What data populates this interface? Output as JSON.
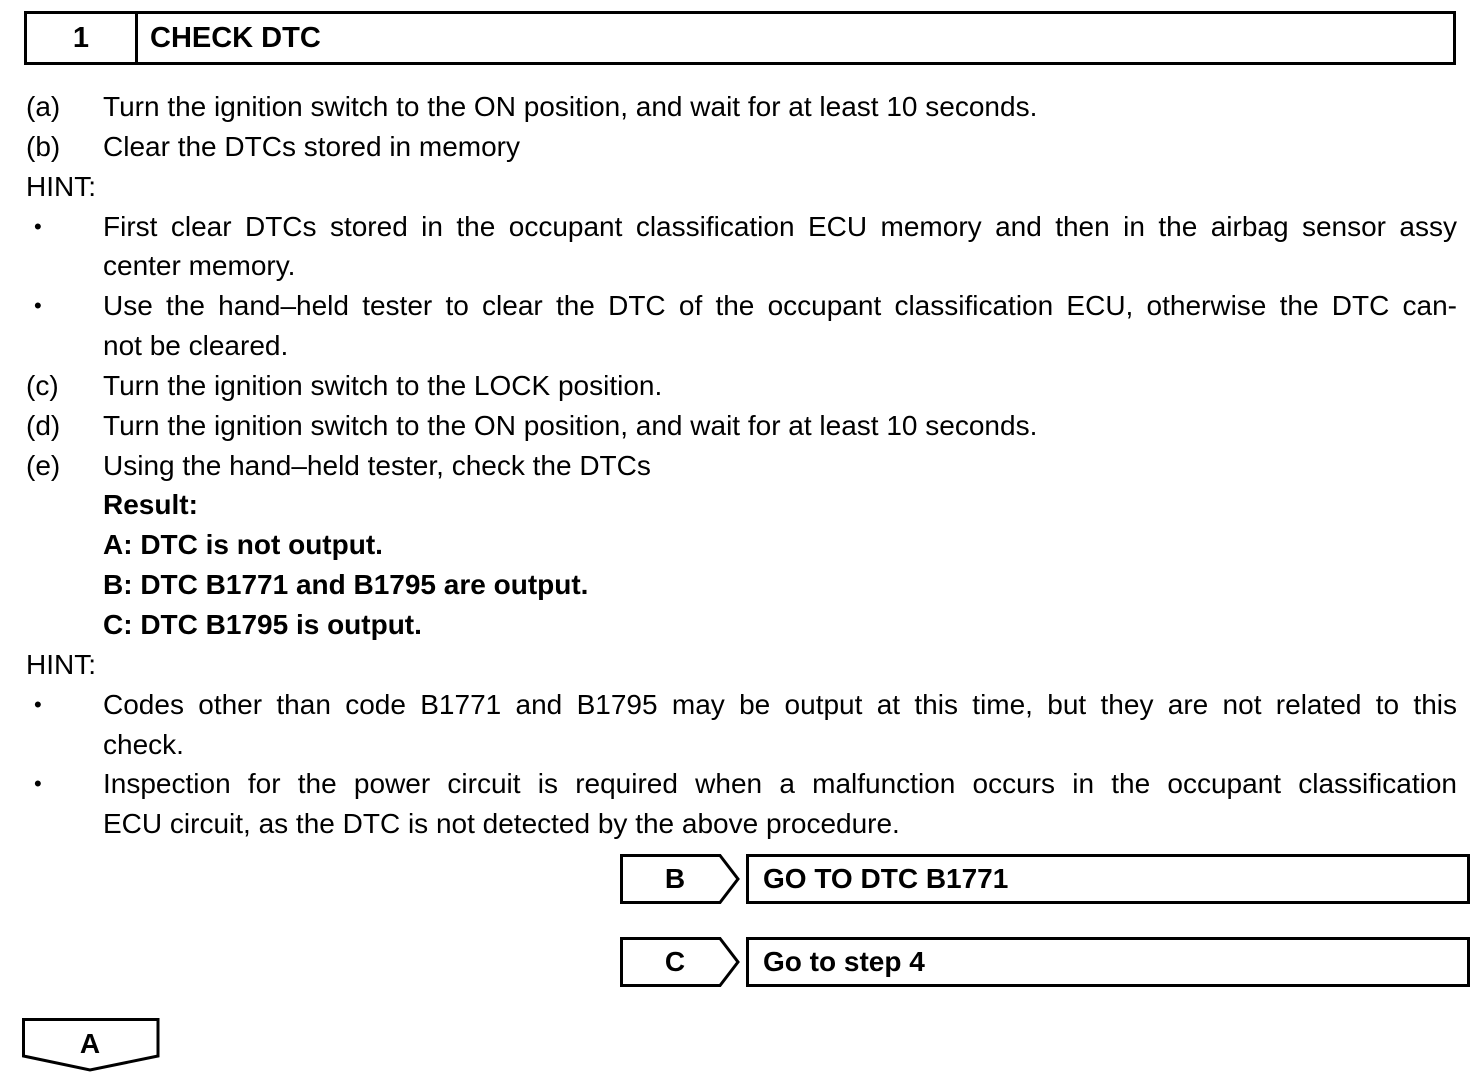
{
  "step": {
    "number": "1",
    "title": "CHECK DTC"
  },
  "items": [
    {
      "label": "(a)",
      "text": "Turn the ignition switch to the ON position, and wait for at least 10 seconds."
    },
    {
      "label": "(b)",
      "text": "Clear the DTCs stored in memory"
    }
  ],
  "hint1": {
    "label": "HINT:",
    "bullets": [
      {
        "symbol": "•",
        "lines": [
          "First clear DTCs stored in the occupant classification ECU memory and then in the airbag sensor assy",
          "center memory."
        ]
      },
      {
        "symbol": "•",
        "lines": [
          "Use the hand–held tester to clear the DTC of the occupant classification ECU, otherwise the DTC can-",
          "not be cleared."
        ]
      }
    ]
  },
  "items2": [
    {
      "label": "(c)",
      "text": "Turn the ignition switch to the LOCK position."
    },
    {
      "label": "(d)",
      "text": "Turn the ignition switch to the ON position, and wait for at least 10 seconds."
    },
    {
      "label": "(e)",
      "text": "Using the hand–held tester, check the DTCs"
    }
  ],
  "result": {
    "heading": "Result:",
    "lines": [
      "A: DTC is not output.",
      "B: DTC B1771 and B1795 are output.",
      "C: DTC B1795 is output."
    ]
  },
  "hint2": {
    "label": "HINT:",
    "bullets": [
      {
        "symbol": "•",
        "lines": [
          "Codes other than code B1771 and B1795 may be output at this time, but they are not related to this",
          "check."
        ]
      },
      {
        "symbol": "•",
        "lines": [
          "Inspection for the power circuit is required when a malfunction occurs in the occupant classification",
          "ECU circuit, as the DTC is not detected by the above procedure."
        ]
      }
    ]
  },
  "branches": [
    {
      "letter": "B",
      "action": "GO TO DTC B1771"
    },
    {
      "letter": "C",
      "action": "Go to step 4"
    }
  ],
  "continue_label": "A"
}
